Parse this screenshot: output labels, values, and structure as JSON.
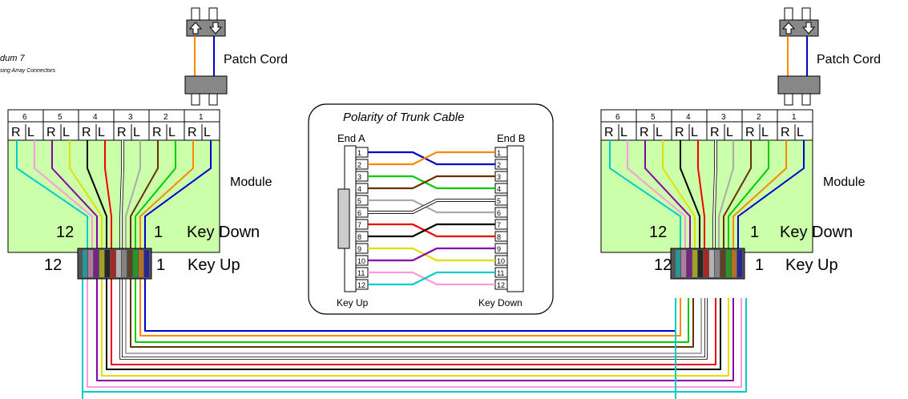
{
  "addendum": {
    "title": "dum 7",
    "subtitle": "sing Array Connectors"
  },
  "patch_cord_label": "Patch Cord",
  "module_label": "Module",
  "key_down_label": "Key Down",
  "key_up_label": "Key Up",
  "ports": [
    "6",
    "5",
    "4",
    "3",
    "2",
    "1"
  ],
  "rl": [
    "R",
    "L"
  ],
  "first_fiber": "1",
  "last_fiber": "12",
  "center": {
    "title": "Polarity of Trunk Cable",
    "end_a": "End A",
    "end_b": "End B",
    "foot_left": "Key Up",
    "foot_right": "Key Down",
    "fibers": [
      "1",
      "2",
      "3",
      "4",
      "5",
      "6",
      "7",
      "8",
      "9",
      "10",
      "11",
      "12"
    ]
  },
  "colors": {
    "f1": "#0000cc",
    "f2": "#ff8800",
    "f3": "#00cc00",
    "f4": "#663300",
    "f5": "#aaaaaa",
    "f6": "#ffffff",
    "f7": "#ee0000",
    "f8": "#000000",
    "f9": "#e0e000",
    "f10": "#8800aa",
    "f11": "#ff99dd",
    "f12": "#00cccc",
    "module_bg": "#ccffaa"
  }
}
